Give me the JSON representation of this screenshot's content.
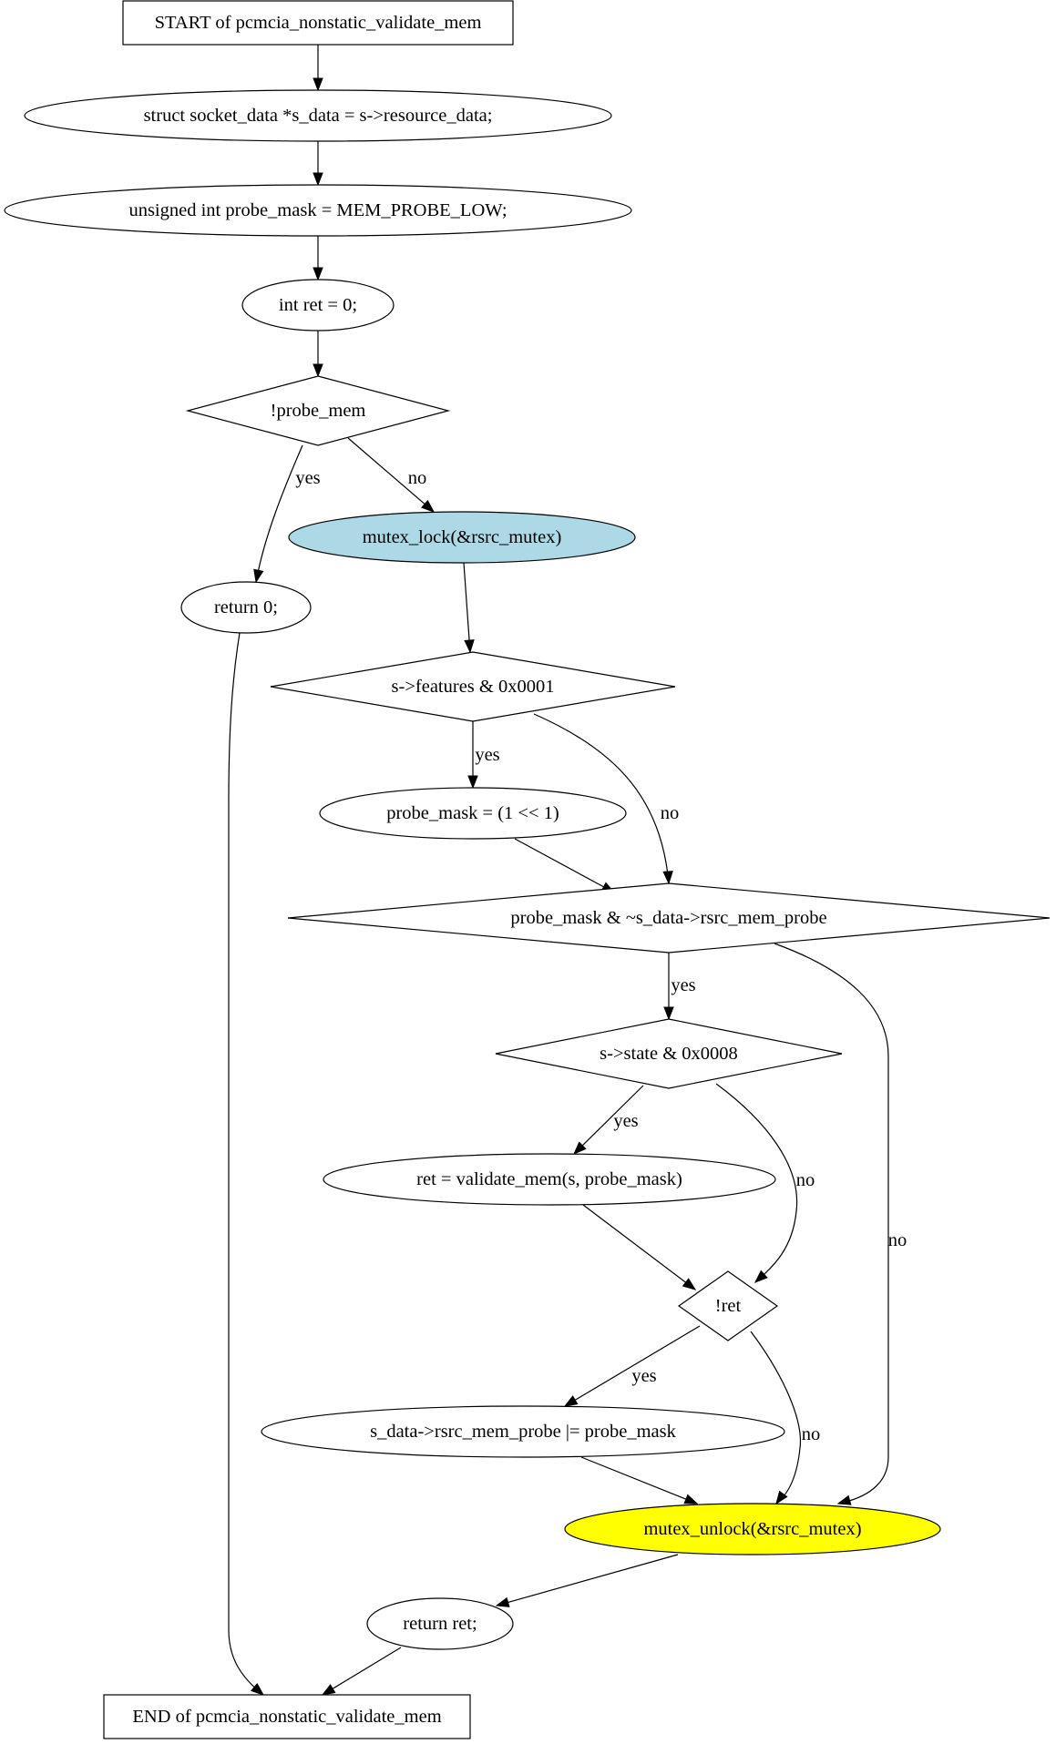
{
  "diagram": {
    "nodes": {
      "start": {
        "label": "START of pcmcia_nonstatic_validate_mem",
        "shape": "box",
        "fill": "#ffffff"
      },
      "sdata": {
        "label": "struct socket_data *s_data = s->resource_data;",
        "shape": "ellipse",
        "fill": "#ffffff"
      },
      "probemask": {
        "label": "unsigned int probe_mask = MEM_PROBE_LOW;",
        "shape": "ellipse",
        "fill": "#ffffff"
      },
      "retinit": {
        "label": "int ret = 0;",
        "shape": "ellipse",
        "fill": "#ffffff"
      },
      "probemem": {
        "label": "!probe_mem",
        "shape": "diamond",
        "fill": "#ffffff"
      },
      "return0": {
        "label": "return 0;",
        "shape": "ellipse",
        "fill": "#ffffff"
      },
      "lock": {
        "label": "mutex_lock(&rsrc_mutex)",
        "shape": "ellipse",
        "fill": "#add8e6"
      },
      "features": {
        "label": "s->features & 0x0001",
        "shape": "diamond",
        "fill": "#ffffff"
      },
      "setmask": {
        "label": "probe_mask = (1 << 1)",
        "shape": "ellipse",
        "fill": "#ffffff"
      },
      "maskcheck": {
        "label": "probe_mask & ~s_data->rsrc_mem_probe",
        "shape": "diamond",
        "fill": "#ffffff"
      },
      "state": {
        "label": "s->state & 0x0008",
        "shape": "diamond",
        "fill": "#ffffff"
      },
      "validate": {
        "label": "ret = validate_mem(s, probe_mask)",
        "shape": "ellipse",
        "fill": "#ffffff"
      },
      "notret": {
        "label": "!ret",
        "shape": "diamond",
        "fill": "#ffffff"
      },
      "orprobe": {
        "label": "s_data->rsrc_mem_probe |= probe_mask",
        "shape": "ellipse",
        "fill": "#ffffff"
      },
      "unlock": {
        "label": "mutex_unlock(&rsrc_mutex)",
        "shape": "ellipse",
        "fill": "#ffff00"
      },
      "returnret": {
        "label": "return ret;",
        "shape": "ellipse",
        "fill": "#ffffff"
      },
      "end": {
        "label": "END of pcmcia_nonstatic_validate_mem",
        "shape": "box",
        "fill": "#ffffff"
      }
    },
    "edges": [
      {
        "from": "start",
        "to": "sdata",
        "label": ""
      },
      {
        "from": "sdata",
        "to": "probemask",
        "label": ""
      },
      {
        "from": "probemask",
        "to": "retinit",
        "label": ""
      },
      {
        "from": "retinit",
        "to": "probemem",
        "label": ""
      },
      {
        "from": "probemem",
        "to": "return0",
        "label": "yes"
      },
      {
        "from": "probemem",
        "to": "lock",
        "label": "no"
      },
      {
        "from": "return0",
        "to": "end",
        "label": ""
      },
      {
        "from": "lock",
        "to": "features",
        "label": ""
      },
      {
        "from": "features",
        "to": "setmask",
        "label": "yes"
      },
      {
        "from": "features",
        "to": "maskcheck",
        "label": "no"
      },
      {
        "from": "setmask",
        "to": "maskcheck",
        "label": ""
      },
      {
        "from": "maskcheck",
        "to": "state",
        "label": "yes"
      },
      {
        "from": "maskcheck",
        "to": "unlock",
        "label": "no"
      },
      {
        "from": "state",
        "to": "validate",
        "label": "yes"
      },
      {
        "from": "state",
        "to": "notret",
        "label": "no"
      },
      {
        "from": "validate",
        "to": "notret",
        "label": ""
      },
      {
        "from": "notret",
        "to": "orprobe",
        "label": "yes"
      },
      {
        "from": "notret",
        "to": "unlock",
        "label": "no"
      },
      {
        "from": "orprobe",
        "to": "unlock",
        "label": ""
      },
      {
        "from": "unlock",
        "to": "returnret",
        "label": ""
      },
      {
        "from": "returnret",
        "to": "end",
        "label": ""
      }
    ]
  }
}
